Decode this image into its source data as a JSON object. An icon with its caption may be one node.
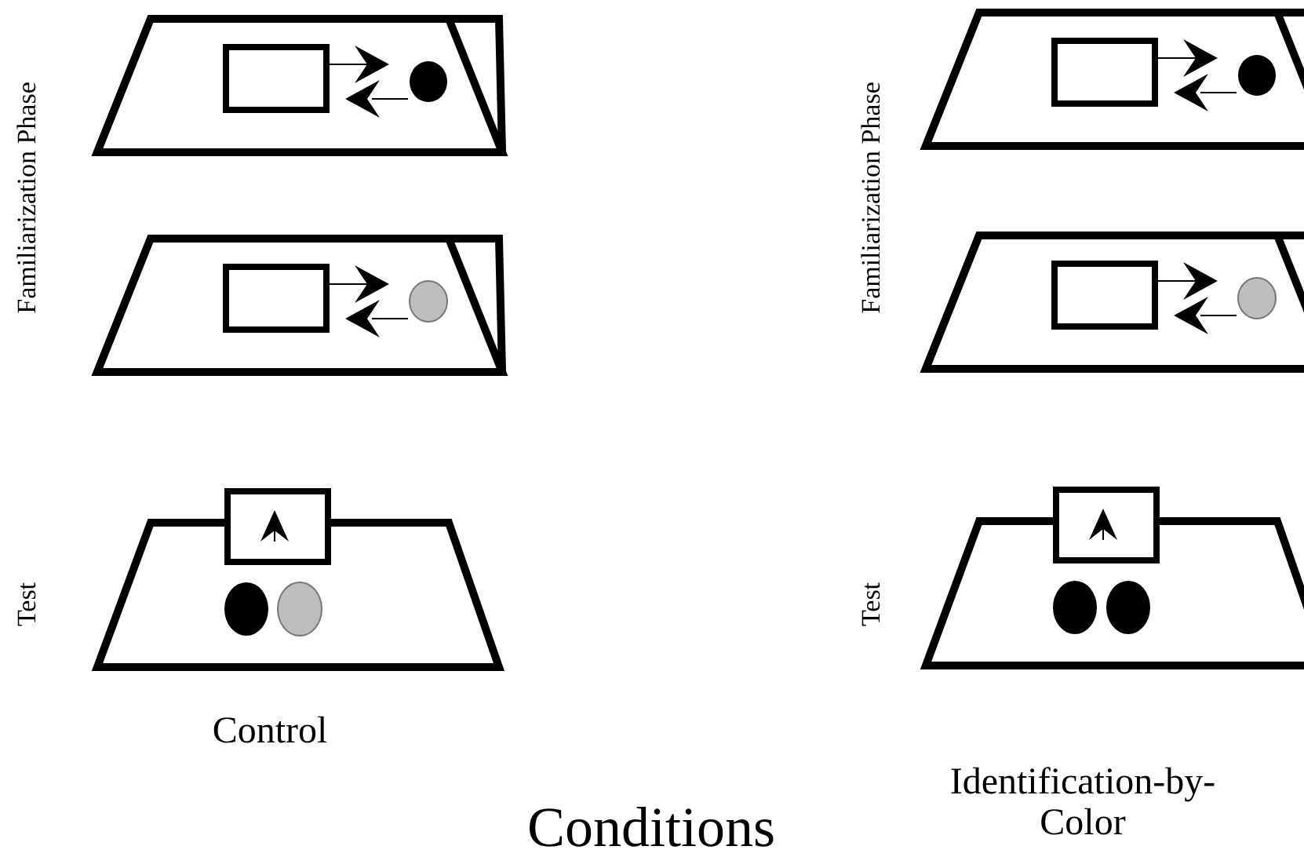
{
  "diagram": {
    "labels": [
      "Familiarization Phase",
      "Familiarization Phase",
      "Test",
      "Test",
      "Control",
      "Identification-by-Color",
      "Conditions"
    ]
  }
}
